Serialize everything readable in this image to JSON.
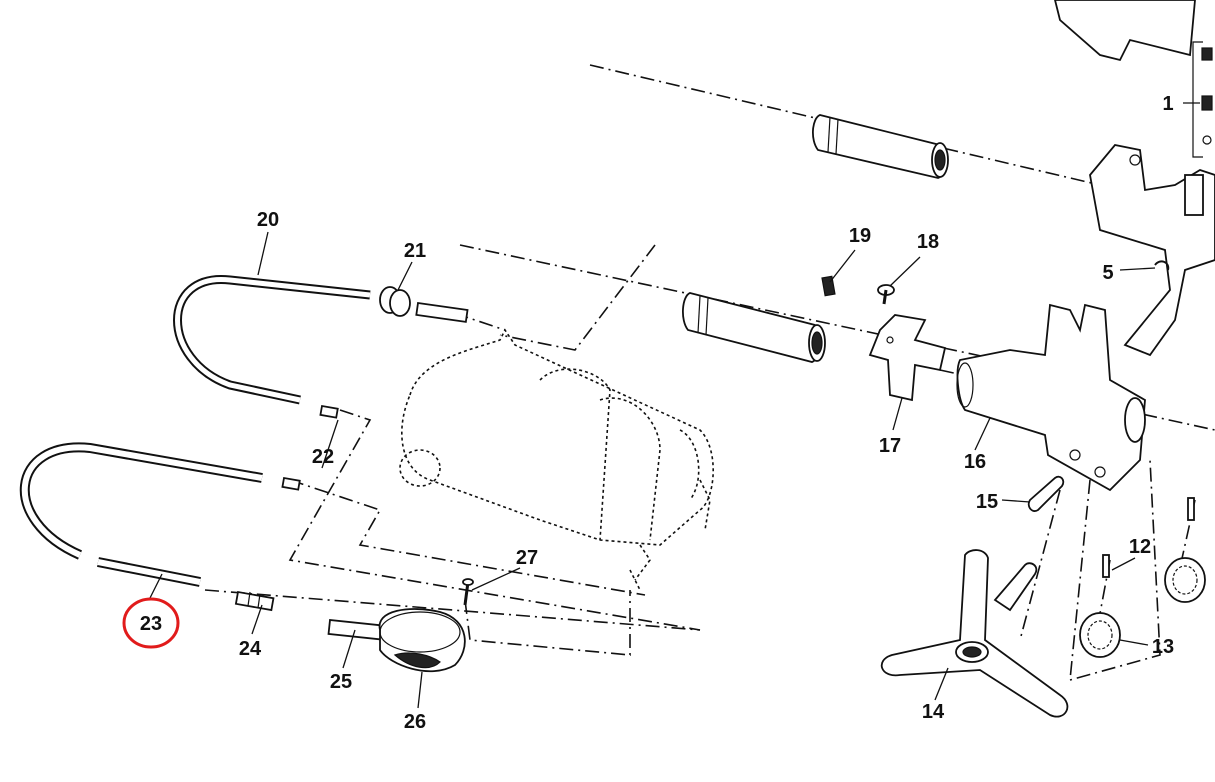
{
  "callouts": [
    {
      "id": "c1",
      "label": "1"
    },
    {
      "id": "c5",
      "label": "5"
    },
    {
      "id": "c12",
      "label": "12"
    },
    {
      "id": "c13",
      "label": "13"
    },
    {
      "id": "c14",
      "label": "14"
    },
    {
      "id": "c15",
      "label": "15"
    },
    {
      "id": "c16",
      "label": "16"
    },
    {
      "id": "c17",
      "label": "17"
    },
    {
      "id": "c18",
      "label": "18"
    },
    {
      "id": "c19",
      "label": "19"
    },
    {
      "id": "c20",
      "label": "20"
    },
    {
      "id": "c21",
      "label": "21"
    },
    {
      "id": "c22",
      "label": "22"
    },
    {
      "id": "c23",
      "label": "23"
    },
    {
      "id": "c24",
      "label": "24"
    },
    {
      "id": "c25",
      "label": "25"
    },
    {
      "id": "c26",
      "label": "26"
    },
    {
      "id": "c27",
      "label": "27"
    }
  ],
  "highlight": {
    "callout": "23",
    "color": "#e11b1b"
  }
}
